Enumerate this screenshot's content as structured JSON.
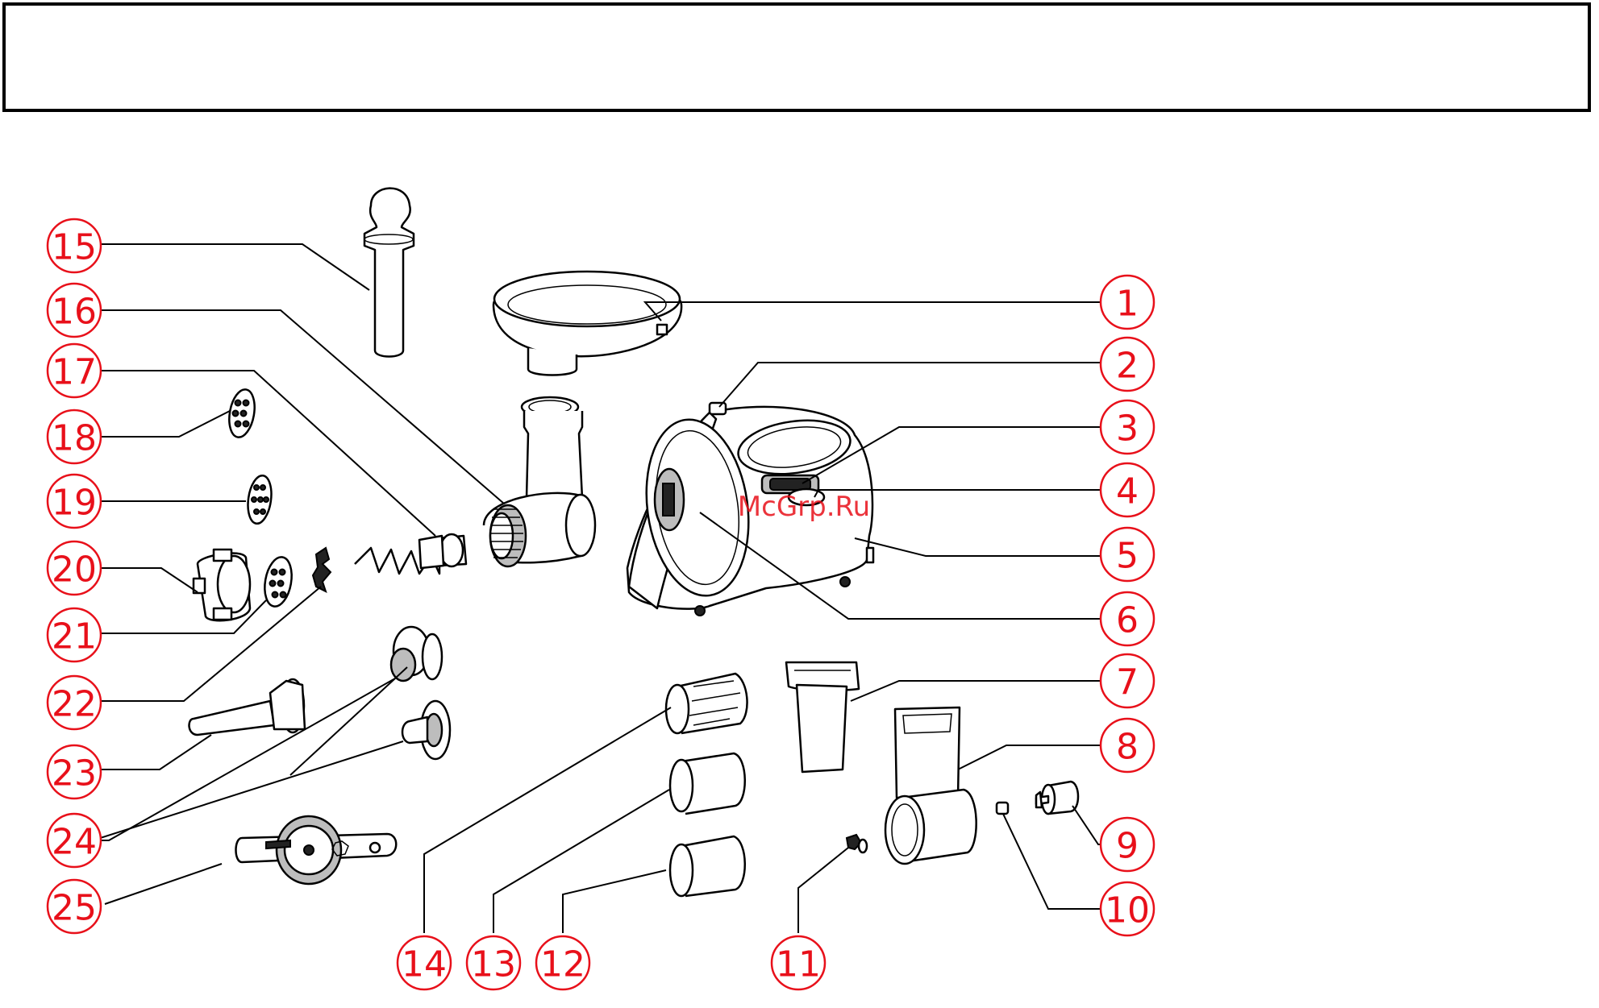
{
  "header": {
    "title": ""
  },
  "watermark": "McGrp.Ru",
  "callouts": [
    {
      "id": "callout-1",
      "number": "1"
    },
    {
      "id": "callout-2",
      "number": "2"
    },
    {
      "id": "callout-3",
      "number": "3"
    },
    {
      "id": "callout-4",
      "number": "4"
    },
    {
      "id": "callout-5",
      "number": "5"
    },
    {
      "id": "callout-6",
      "number": "6"
    },
    {
      "id": "callout-7",
      "number": "7"
    },
    {
      "id": "callout-8",
      "number": "8"
    },
    {
      "id": "callout-9",
      "number": "9"
    },
    {
      "id": "callout-10",
      "number": "10"
    },
    {
      "id": "callout-11",
      "number": "11"
    },
    {
      "id": "callout-12",
      "number": "12"
    },
    {
      "id": "callout-13",
      "number": "13"
    },
    {
      "id": "callout-14",
      "number": "14"
    },
    {
      "id": "callout-15",
      "number": "15"
    },
    {
      "id": "callout-16",
      "number": "16"
    },
    {
      "id": "callout-17",
      "number": "17"
    },
    {
      "id": "callout-18",
      "number": "18"
    },
    {
      "id": "callout-19",
      "number": "19"
    },
    {
      "id": "callout-20",
      "number": "20"
    },
    {
      "id": "callout-21",
      "number": "21"
    },
    {
      "id": "callout-22",
      "number": "22"
    },
    {
      "id": "callout-23",
      "number": "23"
    },
    {
      "id": "callout-24",
      "number": "24"
    },
    {
      "id": "callout-25",
      "number": "25"
    }
  ],
  "colors": {
    "callout": "#e8101a",
    "line": "#000000",
    "background": "#ffffff"
  }
}
